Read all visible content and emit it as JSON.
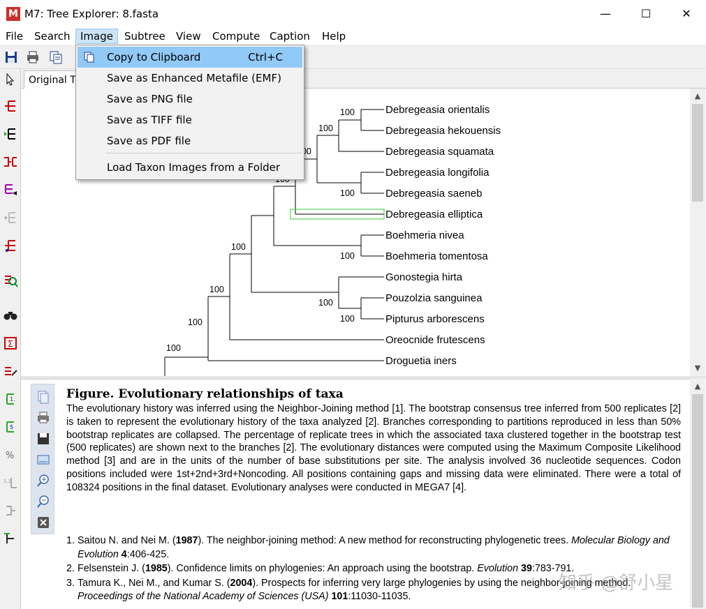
{
  "window": {
    "title": "M7: Tree Explorer: 8.fasta",
    "app_icon_letter": "M",
    "minimize_glyph": "—",
    "maximize_glyph": "☐",
    "close_glyph": "✕"
  },
  "menubar": {
    "items": [
      {
        "label": "File"
      },
      {
        "label": "Search"
      },
      {
        "label": "Image"
      },
      {
        "label": "Subtree"
      },
      {
        "label": "View"
      },
      {
        "label": "Compute"
      },
      {
        "label": "Caption"
      },
      {
        "label": "Help"
      }
    ]
  },
  "tabs": {
    "active_label": "Original Tree"
  },
  "image_menu": {
    "items": [
      {
        "label": "Copy to Clipboard",
        "shortcut": "Ctrl+C"
      },
      {
        "label": "Save as Enhanced Metafile (EMF)"
      },
      {
        "label": "Save as PNG file"
      },
      {
        "label": "Save as TIFF file"
      },
      {
        "label": "Save as PDF file"
      },
      {
        "label": "Load Taxon Images from a Folder"
      }
    ]
  },
  "tree": {
    "taxa": [
      "Debregeasia orientalis",
      "Debregeasia hekouensis",
      "Debregeasia squamata",
      "Debregeasia longifolia",
      "Debregeasia saeneb",
      "Debregeasia elliptica",
      "Boehmeria nivea",
      "Boehmeria tomentosa",
      "Gonostegia hirta",
      "Pouzolzia sanguinea",
      "Pipturus arborescens",
      "Oreocnide frutescens",
      "Droguetia iners"
    ],
    "bootstrap": {
      "orient_hekou": "100",
      "debreg_123": "100",
      "debreg_12345": "100",
      "longi_saeneb": "100",
      "debreg_all": "100",
      "boehmeria": "100",
      "debreg_boeh": "100",
      "pouz_pipt": "100",
      "gono_group": "100",
      "with_gono": "100",
      "with_oreo": "100",
      "with_drog": "100"
    },
    "highlight_color": "#33cc33"
  },
  "caption": {
    "title": "Figure. Evolutionary relationships of taxa",
    "body": "The evolutionary history was inferred using the Neighbor-Joining method [1]. The bootstrap consensus tree inferred from 500 replicates [2] is taken to represent the evolutionary history of the taxa analyzed [2]. Branches corresponding to partitions reproduced in less than 50% bootstrap replicates are collapsed. The percentage of replicate trees in which the associated taxa clustered together in the bootstrap test (500 replicates) are shown next to the branches [2]. The evolutionary distances were computed using the Maximum Composite Likelihood method [3] and are in the units of the number of base substitutions per site. The analysis involved 36 nucleotide sequences. Codon positions included were 1st+2nd+3rd+Noncoding. All positions containing gaps and missing data were eliminated. There were a total of 108324 positions in the final dataset. Evolutionary analyses were conducted in MEGA7 [4].",
    "refs": [
      {
        "num": "1.",
        "a": "Saitou N. and Nei M. (",
        "year": "1987",
        "b": "). The neighbor-joining method: A new method for reconstructing phylogenetic trees. ",
        "journal": "Molecular Biology and Evolution",
        "vol": " 4",
        "pages": ":406-425."
      },
      {
        "num": "2.",
        "a": "Felsenstein J. (",
        "year": "1985",
        "b": "). Confidence limits on phylogenies: An approach using the bootstrap. ",
        "journal": "Evolution",
        "vol": " 39",
        "pages": ":783-791."
      },
      {
        "num": "3.",
        "a": "Tamura K., Nei M., and Kumar S. (",
        "year": "2004",
        "b": "). Prospects for inferring very large phylogenies by using the neighbor-joining method. ",
        "journal": "Proceedings of the National Academy of Sciences (USA)",
        "vol": " 101",
        "pages": ":11030-11035."
      }
    ]
  },
  "watermark": "知乎 @舒小星",
  "colors": {
    "menu_highlight": "#91c9f7",
    "menubar_active": "#cce4f7",
    "app_icon": "#c9302c"
  }
}
